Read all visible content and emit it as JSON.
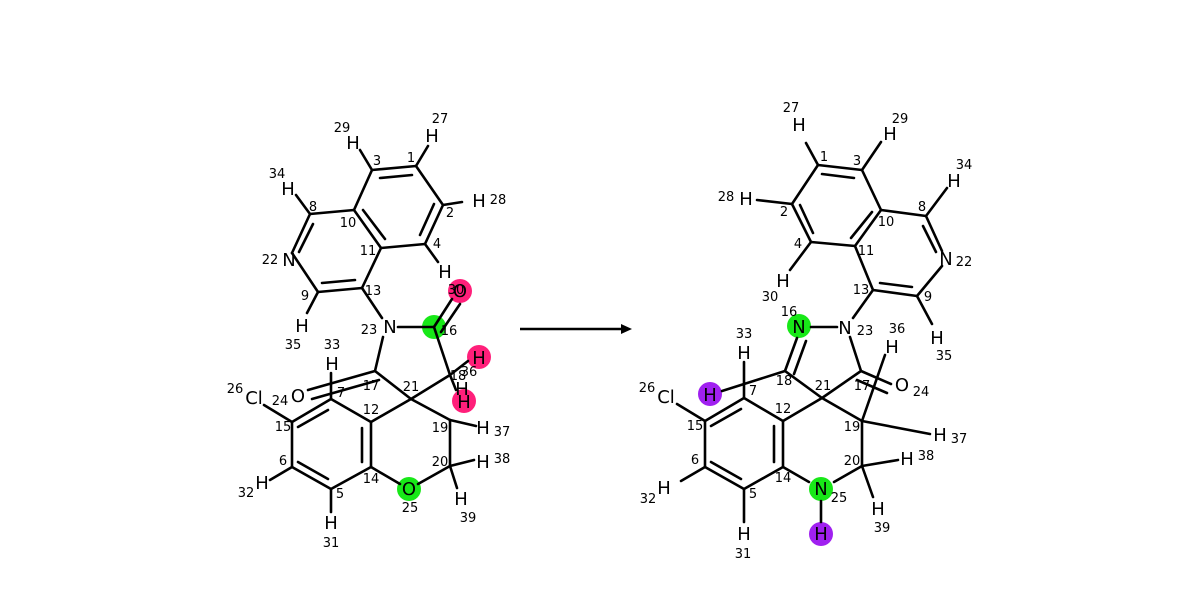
{
  "reaction": {
    "arrow": {
      "color": "#000000"
    },
    "highlight_colors": {
      "pink": "#ff1f7a",
      "green": "#18e818",
      "purple": "#a020f0"
    },
    "reactant": {
      "atom_labels": {
        "N22": "N",
        "N23": "N",
        "O16": "O",
        "O24": "O",
        "O25": "O",
        "Cl26": "Cl",
        "H27": "H",
        "H28": "H",
        "H29": "H",
        "H30": "H",
        "H31": "H",
        "H32": "H",
        "H33": "H",
        "H34": "H",
        "H35": "H",
        "H36": "H",
        "H37": "H",
        "H38": "H",
        "H39": "H"
      },
      "index_labels": [
        "1",
        "2",
        "3",
        "4",
        "5",
        "6",
        "7",
        "8",
        "9",
        "10",
        "11",
        "12",
        "13",
        "14",
        "15",
        "16",
        "17",
        "18",
        "19",
        "20",
        "21",
        "22",
        "23",
        "24",
        "25",
        "26",
        "27",
        "28",
        "29",
        "30",
        "31",
        "32",
        "33",
        "34",
        "35",
        "36",
        "37",
        "38",
        "39"
      ]
    },
    "product": {
      "atom_labels": {
        "N16": "N",
        "N22": "N",
        "N23": "N",
        "N25": "N",
        "O24": "O",
        "Cl26": "Cl",
        "H18": "H",
        "H25": "H",
        "H27": "H",
        "H28": "H",
        "H29": "H",
        "H30": "H",
        "H31": "H",
        "H32": "H",
        "H33": "H",
        "H34": "H",
        "H35": "H",
        "H36": "H",
        "H37": "H",
        "H38": "H",
        "H39": "H"
      },
      "index_labels": [
        "1",
        "2",
        "3",
        "4",
        "5",
        "6",
        "7",
        "8",
        "9",
        "10",
        "11",
        "12",
        "13",
        "14",
        "15",
        "16",
        "17",
        "18",
        "19",
        "20",
        "21",
        "22",
        "23",
        "24",
        "25",
        "26",
        "27",
        "28",
        "29",
        "30",
        "31",
        "32",
        "33",
        "34",
        "35",
        "36",
        "37",
        "38",
        "39"
      ]
    }
  }
}
